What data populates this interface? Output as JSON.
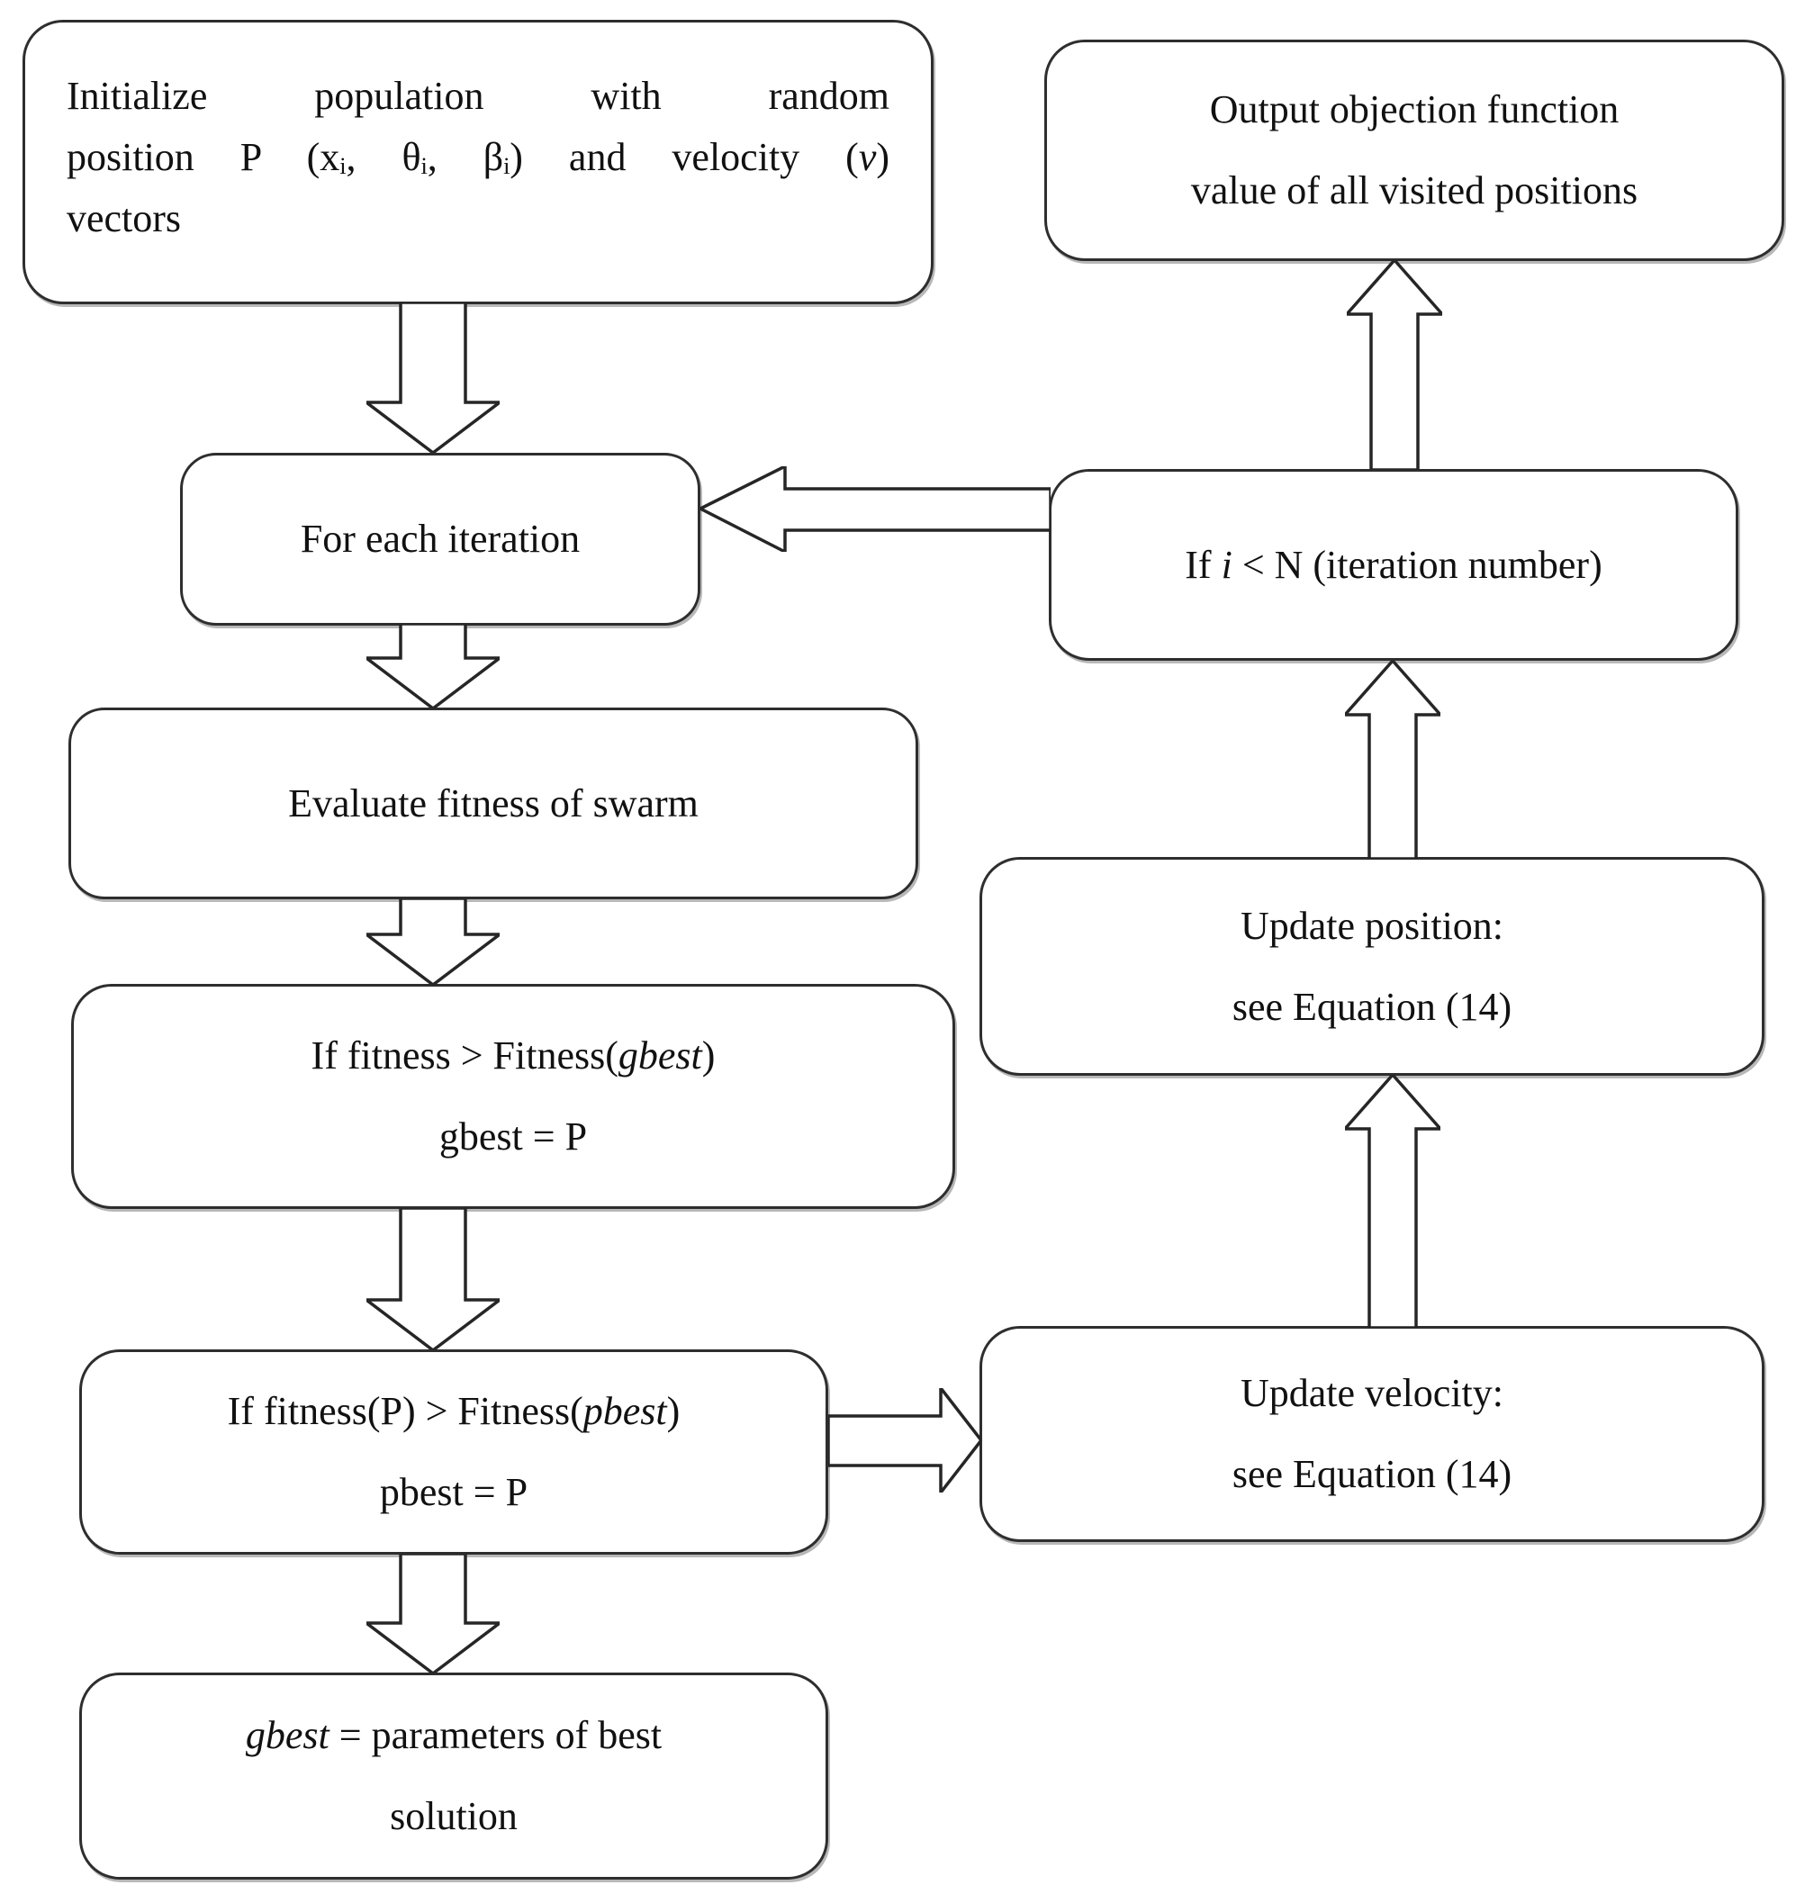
{
  "figure": {
    "background": "#ffffff",
    "box_border_color": "#2e2e2e",
    "text_color": "#111111"
  },
  "boxes": {
    "init": {
      "line1": "Initialize population with random",
      "line2_pre": "position P (xᵢ, θᵢ, βᵢ) and velocity (",
      "line2_v": "v",
      "line2_post": ")",
      "line3": "vectors"
    },
    "output": {
      "line1": "Output objection function",
      "line2": "value of all visited positions"
    },
    "for_each": {
      "label": "For each iteration"
    },
    "if_i": {
      "pre": "If ",
      "i": "i",
      "post": " < N (iteration number)"
    },
    "evaluate": {
      "label": "Evaluate fitness of swarm"
    },
    "gbest": {
      "line1_pre": "If fitness > Fitness(",
      "line1_it": "gbest",
      "line1_post": ")",
      "line2": "gbest = P"
    },
    "pbest": {
      "line1_pre": "If fitness(P) > Fitness(",
      "line1_it": "pbest",
      "line1_post": ")",
      "line2": "pbest = P"
    },
    "solution": {
      "line1_it": "gbest",
      "line1_post": " = parameters of best",
      "line2": "solution"
    },
    "update_position": {
      "line1": "Update position:",
      "line2": "see Equation (14)"
    },
    "update_velocity": {
      "line1": "Update velocity:",
      "line2": "see Equation (14)"
    }
  },
  "edges": [
    {
      "from": "initialize-population",
      "to": "for-each-iteration",
      "direction": "down"
    },
    {
      "from": "for-each-iteration",
      "to": "evaluate-fitness",
      "direction": "down"
    },
    {
      "from": "evaluate-fitness",
      "to": "gbest-update",
      "direction": "down"
    },
    {
      "from": "gbest-update",
      "to": "pbest-update",
      "direction": "down"
    },
    {
      "from": "pbest-update",
      "to": "gbest-parameters",
      "direction": "down"
    },
    {
      "from": "pbest-update",
      "to": "update-velocity",
      "direction": "right"
    },
    {
      "from": "update-velocity",
      "to": "update-position",
      "direction": "up"
    },
    {
      "from": "update-position",
      "to": "if-iteration-check",
      "direction": "up"
    },
    {
      "from": "if-iteration-check",
      "to": "for-each-iteration",
      "direction": "left"
    },
    {
      "from": "if-iteration-check",
      "to": "output-objection",
      "direction": "up"
    }
  ]
}
